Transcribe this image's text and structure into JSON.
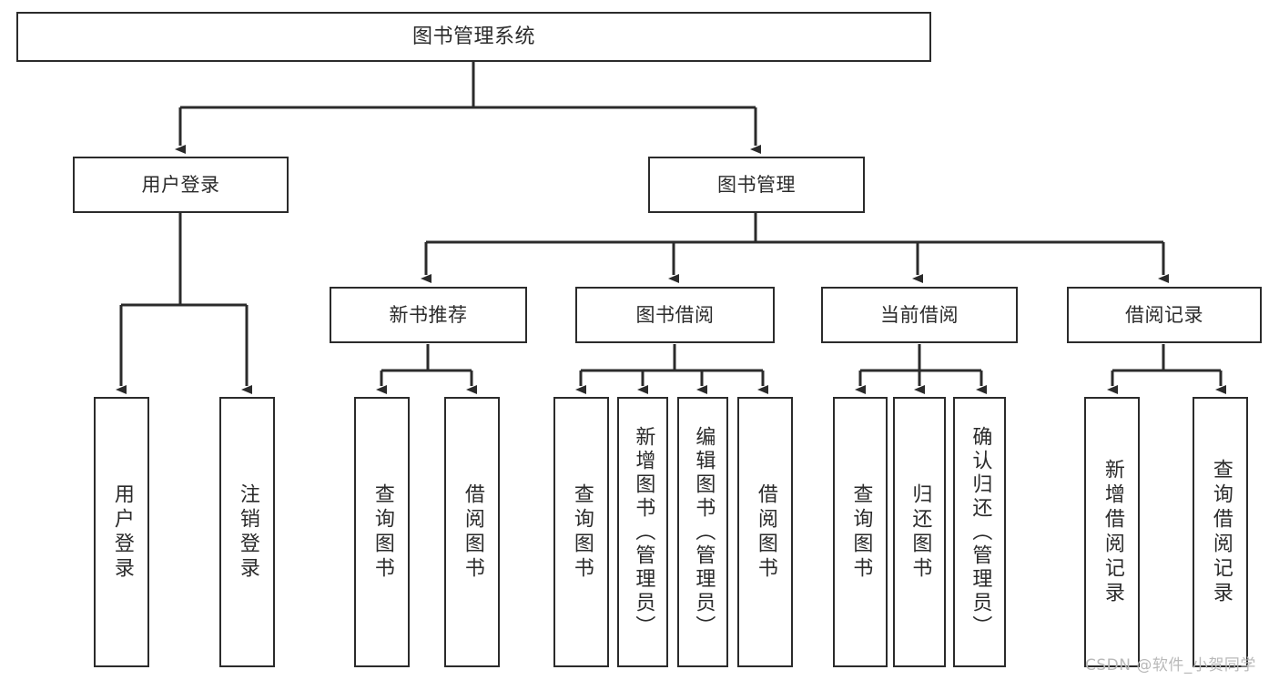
{
  "diagram": {
    "type": "hierarchy-tree",
    "title": "图书管理系统",
    "watermark": "CSDN @软件_小贺同学",
    "colors": {
      "stroke": "#2b2b2b",
      "fill": "#ffffff",
      "text": "#2b2b2b",
      "watermark": "#b9b9b9"
    },
    "nodes": {
      "root": {
        "label": "图书管理系统"
      },
      "level2": [
        {
          "label": "用户登录"
        },
        {
          "label": "图书管理"
        }
      ],
      "level3": [
        {
          "label": "新书推荐"
        },
        {
          "label": "图书借阅"
        },
        {
          "label": "当前借阅"
        },
        {
          "label": "借阅记录"
        }
      ],
      "leaves": [
        {
          "label": "用户登录"
        },
        {
          "label": "注销登录"
        },
        {
          "label": "查询图书"
        },
        {
          "label": "借阅图书"
        },
        {
          "label": "查询图书"
        },
        {
          "label": "新增图书（管理员）"
        },
        {
          "label": "编辑图书（管理员）"
        },
        {
          "label": "借阅图书"
        },
        {
          "label": "查询图书"
        },
        {
          "label": "归还图书"
        },
        {
          "label": "确认归还（管理员）"
        },
        {
          "label": "新增借阅记录"
        },
        {
          "label": "查询借阅记录"
        }
      ]
    }
  }
}
